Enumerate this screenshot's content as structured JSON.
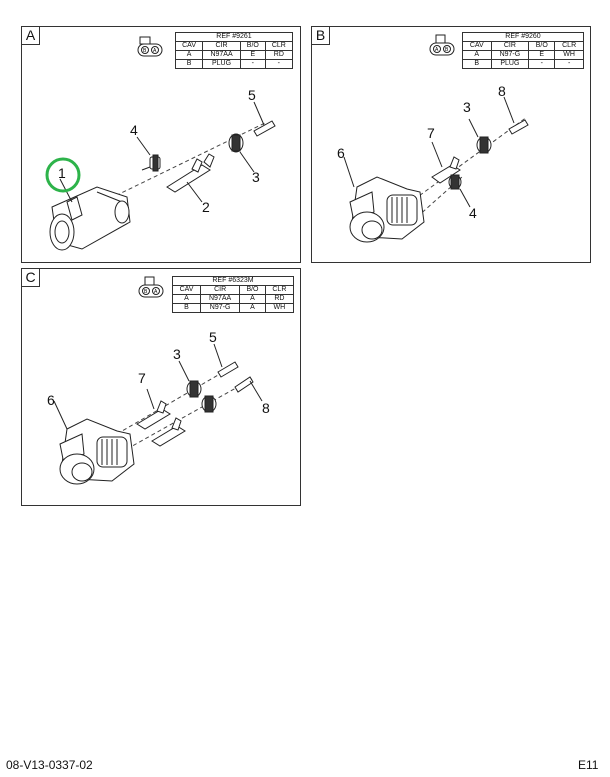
{
  "panels": {
    "a": {
      "letter": "A",
      "ref_title": "REF #9261",
      "headers": [
        "CAV",
        "CIR",
        "B/O",
        "CLR"
      ],
      "rows": [
        [
          "A",
          "N97AA",
          "E",
          "RD"
        ],
        [
          "B",
          "PLUG",
          "-",
          "-"
        ]
      ],
      "callouts": {
        "c1": "1",
        "c2": "2",
        "c3": "3",
        "c4": "4",
        "c5": "5"
      },
      "highlight_color": "#2db34a"
    },
    "b": {
      "letter": "B",
      "ref_title": "REF #9260",
      "headers": [
        "CAV",
        "CIR",
        "B/O",
        "CLR"
      ],
      "rows": [
        [
          "A",
          "N97-G",
          "E",
          "WH"
        ],
        [
          "B",
          "PLUG",
          "-",
          "-"
        ]
      ],
      "callouts": {
        "c3": "3",
        "c4": "4",
        "c6": "6",
        "c7": "7",
        "c8": "8"
      }
    },
    "c": {
      "letter": "C",
      "ref_title": "REF #6323M",
      "headers": [
        "CAV",
        "CIR",
        "B/O",
        "CLR"
      ],
      "rows": [
        [
          "A",
          "N97AA",
          "A",
          "RD"
        ],
        [
          "B",
          "N97-G",
          "A",
          "WH"
        ]
      ],
      "callouts": {
        "c3": "3",
        "c5": "5",
        "c6": "6",
        "c7": "7",
        "c8": "8"
      }
    }
  },
  "footer": {
    "doc_id": "08-V13-0337-02",
    "page": "E11"
  }
}
